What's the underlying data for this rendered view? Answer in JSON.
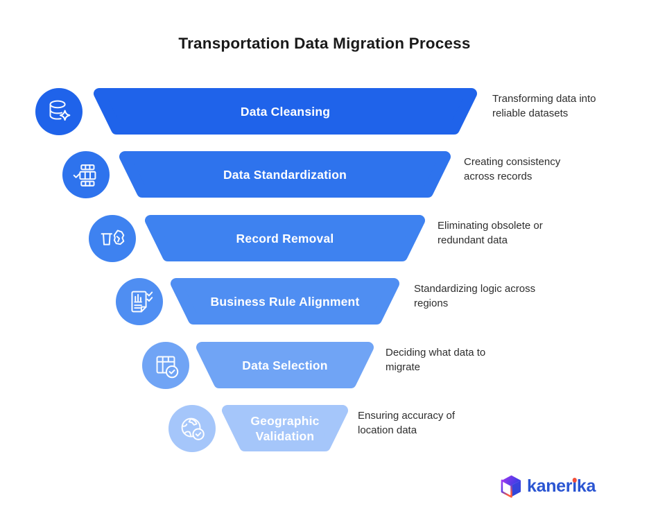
{
  "title": "Transportation Data Migration Process",
  "funnel": {
    "type": "funnel",
    "stages": [
      {
        "title": "Data Cleansing",
        "description": "Transforming data into reliable datasets",
        "color": "#1F63EA",
        "icon": "database-sparkle-icon"
      },
      {
        "title": "Data Standardization",
        "description": "Creating consistency across records",
        "color": "#2E73ED",
        "icon": "table-rows-check-icon"
      },
      {
        "title": "Record Removal",
        "description": "Eliminating obsolete or redundant data",
        "color": "#3E82F0",
        "icon": "trash-crumpled-paper-icon"
      },
      {
        "title": "Business Rule Alignment",
        "description": "Standardizing logic across regions",
        "color": "#4F8EF2",
        "icon": "document-checklist-icon"
      },
      {
        "title": "Data Selection",
        "description": "Deciding what data to migrate",
        "color": "#70A4F5",
        "icon": "table-check-circle-icon"
      },
      {
        "title": "Geographic Validation",
        "description": "Ensuring accuracy of location data",
        "color": "#A5C6FA",
        "icon": "globe-check-circle-icon"
      }
    ]
  },
  "brand": {
    "name": "kanerika",
    "name_before_i": "kaner",
    "name_i": "i",
    "name_after_i": "ka",
    "text_color": "#2a55d2",
    "i_dot_color": "#f2503a",
    "logo": "kanerika-cube-logo"
  }
}
